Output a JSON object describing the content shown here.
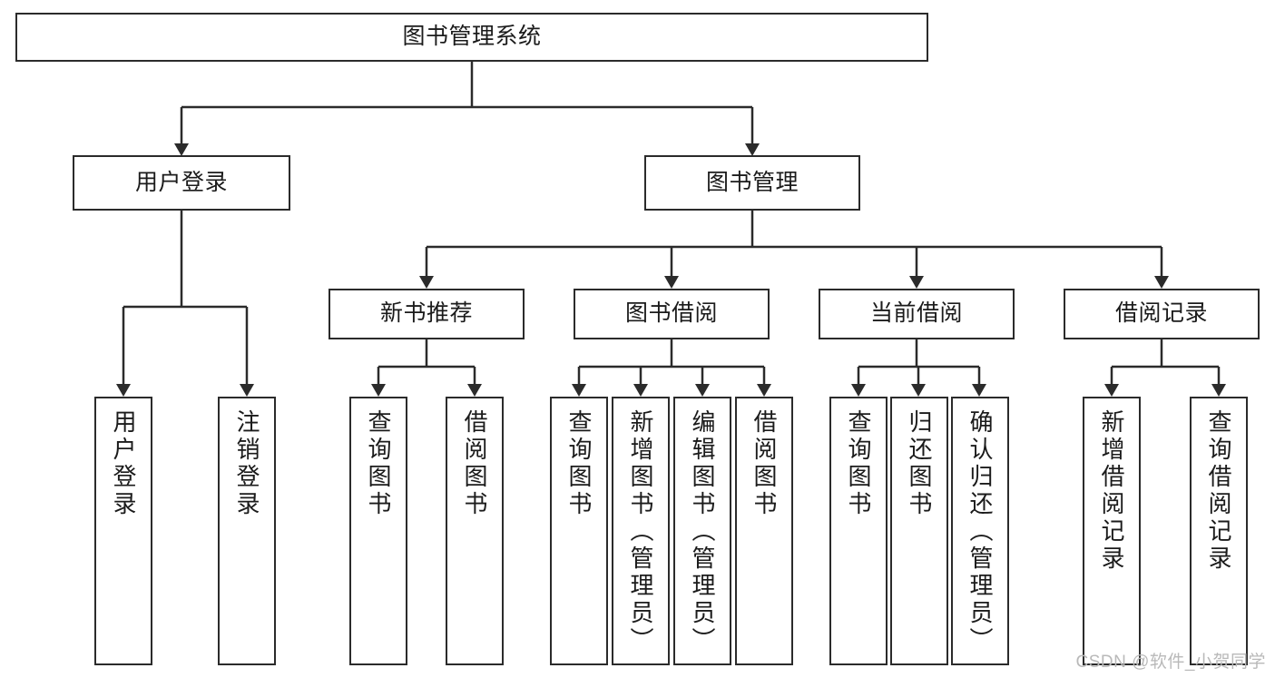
{
  "diagram": {
    "type": "tree-hierarchy",
    "title": "图书管理系统",
    "watermark": "CSDN @软件_小贺同学",
    "colors": {
      "stroke": "#2b2b2b",
      "fill": "#ffffff",
      "text": "#1b1b1b",
      "watermark": "#b9b9b9"
    },
    "nodes": {
      "root": {
        "label": "图书管理系统",
        "level": 0,
        "orientation": "horizontal"
      },
      "level1": [
        {
          "id": "user-login",
          "label": "用户登录",
          "orientation": "horizontal"
        },
        {
          "id": "book-manage",
          "label": "图书管理",
          "orientation": "horizontal"
        }
      ],
      "level2": [
        {
          "id": "new-book-rec",
          "label": "新书推荐",
          "orientation": "horizontal"
        },
        {
          "id": "book-borrow",
          "label": "图书借阅",
          "orientation": "horizontal"
        },
        {
          "id": "current-borrow",
          "label": "当前借阅",
          "orientation": "horizontal"
        },
        {
          "id": "borrow-record",
          "label": "借阅记录",
          "orientation": "horizontal"
        }
      ],
      "leaves": {
        "user-login": [
          {
            "id": "leaf-user-login",
            "label": "用户登录",
            "orientation": "vertical"
          },
          {
            "id": "leaf-logout",
            "label": "注销登录",
            "orientation": "vertical"
          }
        ],
        "new-book-rec": [
          {
            "id": "leaf-query-book-1",
            "label": "查询图书",
            "orientation": "vertical"
          },
          {
            "id": "leaf-borrow-book-1",
            "label": "借阅图书",
            "orientation": "vertical"
          }
        ],
        "book-borrow": [
          {
            "id": "leaf-query-book-2",
            "label": "查询图书",
            "orientation": "vertical"
          },
          {
            "id": "leaf-add-book",
            "label": "新增图书（管理员）",
            "orientation": "vertical"
          },
          {
            "id": "leaf-edit-book",
            "label": "编辑图书（管理员）",
            "orientation": "vertical"
          },
          {
            "id": "leaf-borrow-book-2",
            "label": "借阅图书",
            "orientation": "vertical"
          }
        ],
        "current-borrow": [
          {
            "id": "leaf-query-book-3",
            "label": "查询图书",
            "orientation": "vertical"
          },
          {
            "id": "leaf-return-book",
            "label": "归还图书",
            "orientation": "vertical"
          },
          {
            "id": "leaf-confirm-return",
            "label": "确认归还（管理员）",
            "orientation": "vertical"
          }
        ],
        "borrow-record": [
          {
            "id": "leaf-add-record",
            "label": "新增借阅记录",
            "orientation": "vertical"
          },
          {
            "id": "leaf-query-record",
            "label": "查询借阅记录",
            "orientation": "vertical"
          }
        ]
      }
    }
  }
}
